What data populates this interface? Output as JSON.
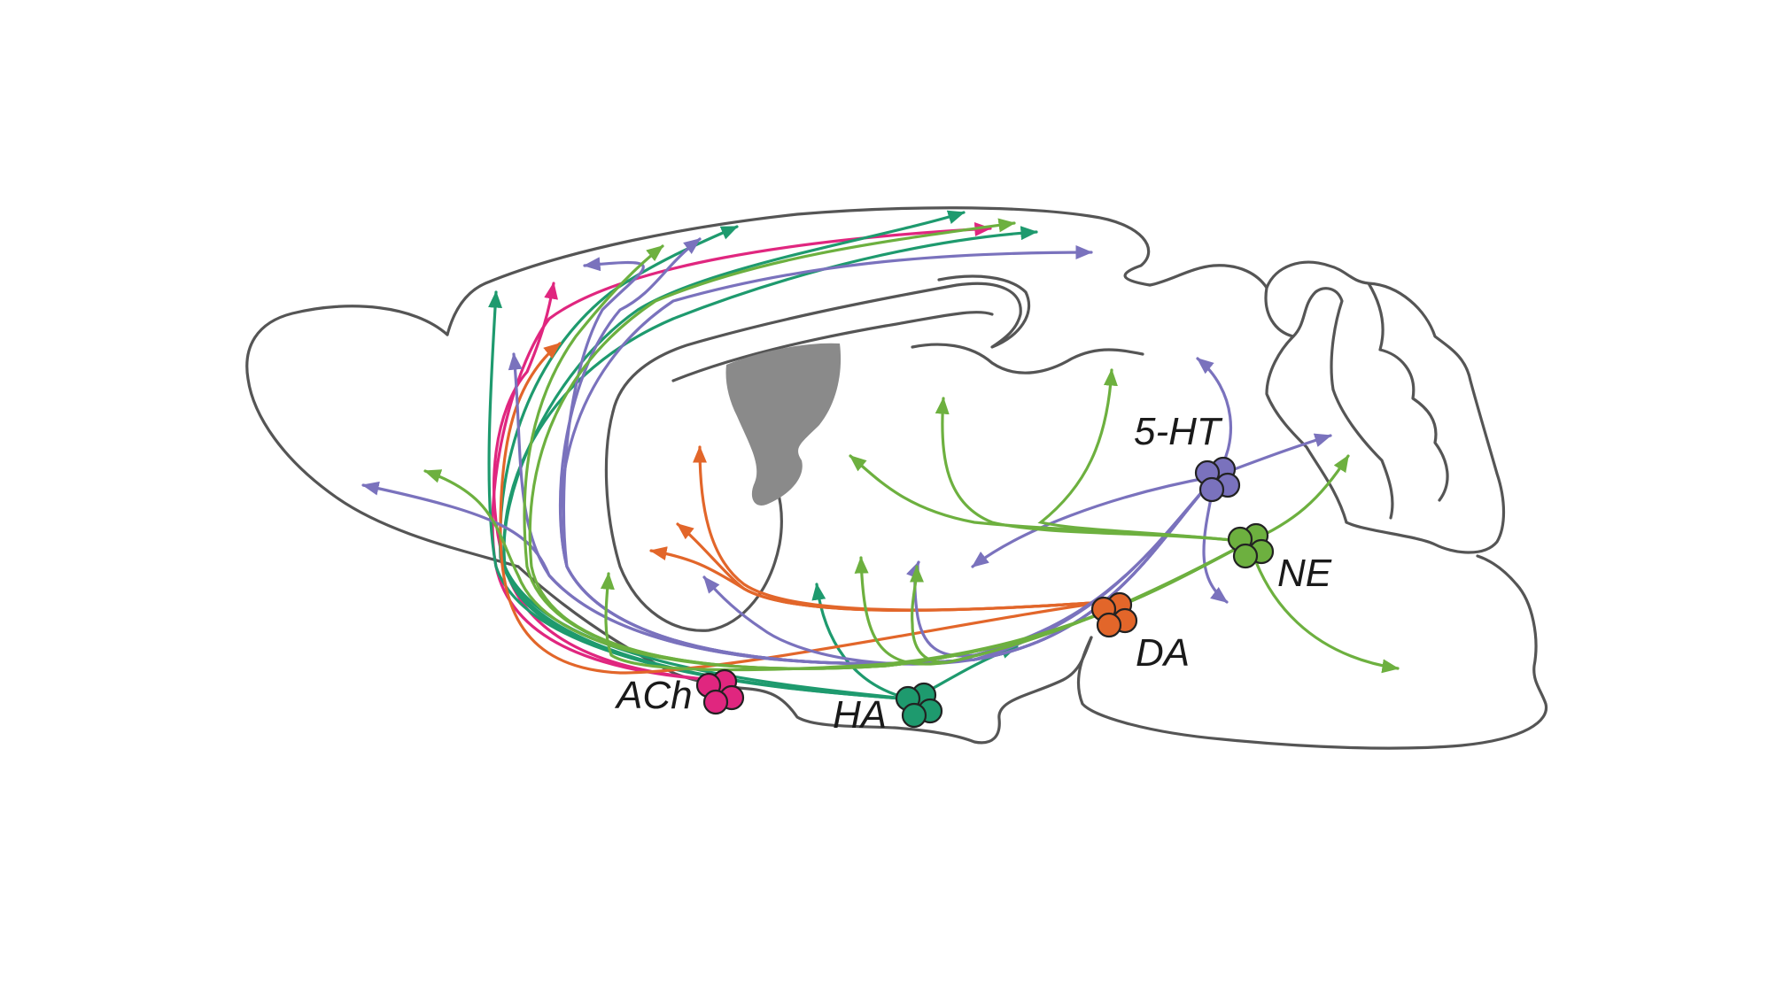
{
  "nuclei": [
    {
      "key": "ach",
      "label": "ACh",
      "color": "#E0267F"
    },
    {
      "key": "ha",
      "label": "HA",
      "color": "#1E9A6E"
    },
    {
      "key": "da",
      "label": "DA",
      "color": "#E2662A"
    },
    {
      "key": "serotonin",
      "label": "5-HT",
      "color": "#7A72BD"
    },
    {
      "key": "ne",
      "label": "NE",
      "color": "#6DB03F"
    }
  ],
  "colors": {
    "outline": "#555555",
    "ventricle": "#8A8A8A"
  }
}
